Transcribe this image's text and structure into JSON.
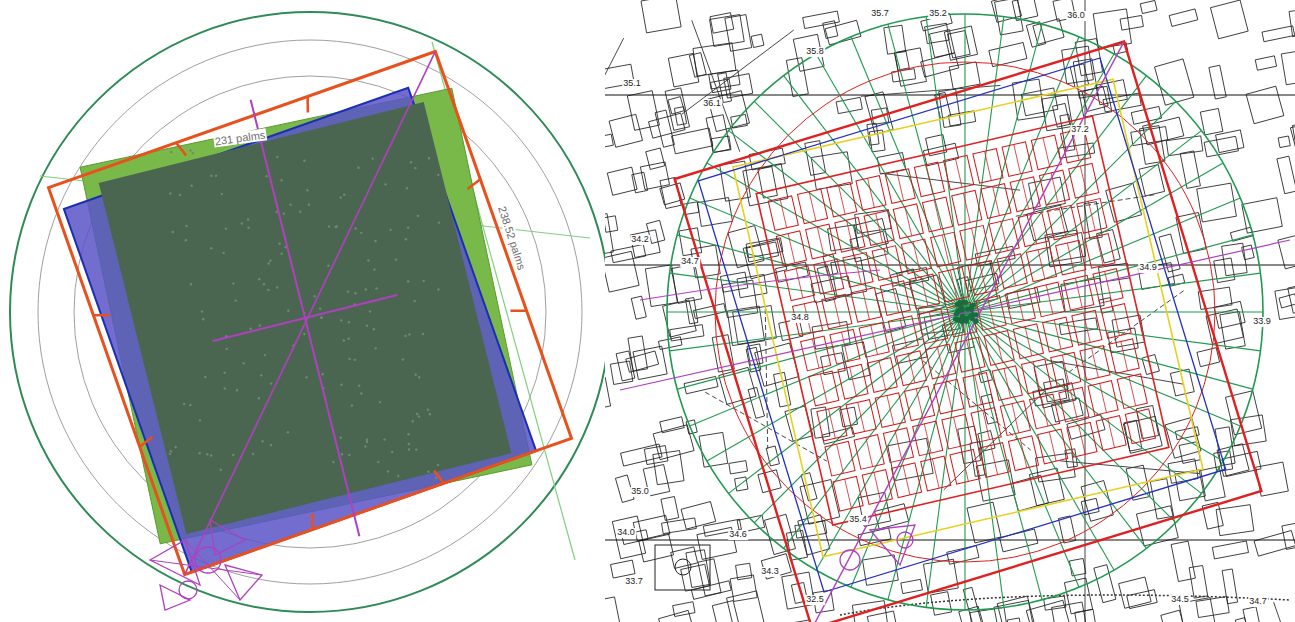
{
  "diagram": {
    "labels": [
      "231 palms",
      "238.52 palms",
      "35.7",
      "35.2",
      "36.0",
      "35.1",
      "36.1",
      "35.8",
      "37.2",
      "34.2",
      "34.7",
      "34.8",
      "33.9",
      "35.0",
      "34.0",
      "34.6",
      "34.3",
      "33.7",
      "32.5",
      "35.4",
      "34.5",
      "34.7",
      "34.9"
    ]
  }
}
